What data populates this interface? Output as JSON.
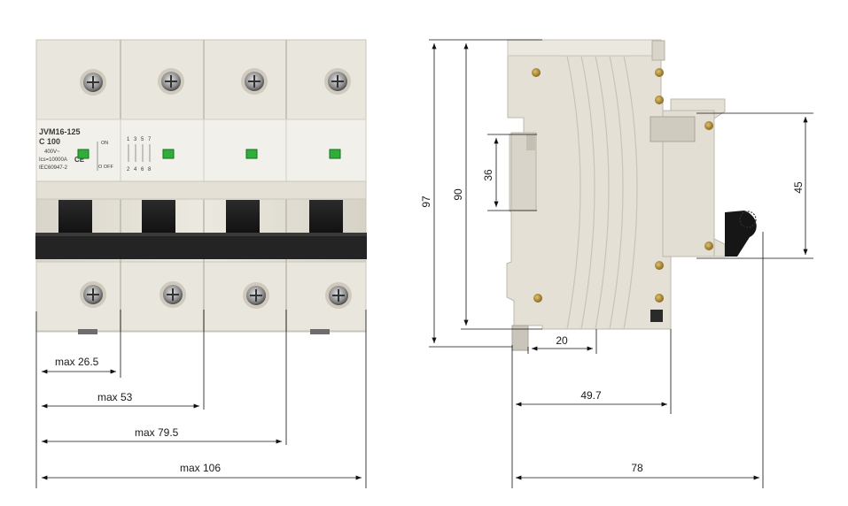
{
  "front_view": {
    "label": {
      "model": "JVM16-125",
      "rating": "C 100",
      "voltage": "400V~",
      "icu": "Ics=10000A",
      "standard": "IEC60947-2",
      "ce_mark": "CE",
      "on": "ON",
      "off": "O OFF",
      "terminals_top": "1 3 5 7",
      "terminals_bottom": "2 4 6 8"
    }
  },
  "dimensions": {
    "front": {
      "pole1": "max 26.5",
      "pole2": "max 53",
      "pole3": "max 79.5",
      "pole4": "max 106"
    },
    "side": {
      "overall_height": "97",
      "body_height": "90",
      "rail_height": "36",
      "front_height": "45",
      "rail_depth": "20",
      "body_depth": "49.7",
      "overall_depth": "78"
    }
  },
  "colors": {
    "body": "#e7e3d8",
    "shadow": "#bdb8ab",
    "handle": "#1c1c1c",
    "strip": "#2a2a2a",
    "indicator": "#2fae3a",
    "screw": "#8c8c8c"
  }
}
